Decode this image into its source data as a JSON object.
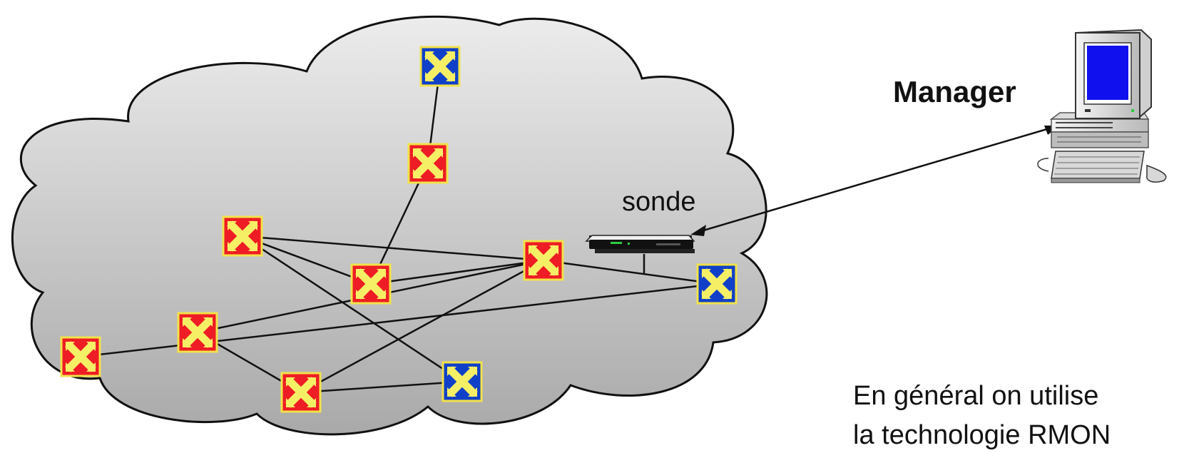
{
  "labels": {
    "manager": "Manager",
    "probe": "sonde",
    "note_line1": "En général on utilise",
    "note_line2": "la technologie RMON"
  },
  "colors": {
    "cloud_light": "#ececec",
    "cloud_dark": "#a9a9a9",
    "router_red": "#ee1c24",
    "router_blue": "#1040c8",
    "router_x": "#f5ef66",
    "router_border": "#f2e24a",
    "screen_blue": "#1010ee"
  },
  "icons": {
    "router": "router-switch-icon",
    "probe": "network-probe-icon",
    "manager": "computer-workstation-icon"
  },
  "nodes": [
    {
      "id": "n1",
      "type": "edge"
    },
    {
      "id": "n2",
      "type": "core"
    },
    {
      "id": "n3",
      "type": "core"
    },
    {
      "id": "n4",
      "type": "core"
    },
    {
      "id": "n5",
      "type": "core"
    },
    {
      "id": "n6",
      "type": "edge"
    },
    {
      "id": "n7",
      "type": "core"
    },
    {
      "id": "n8",
      "type": "core"
    },
    {
      "id": "n9",
      "type": "core"
    },
    {
      "id": "n10",
      "type": "edge"
    }
  ],
  "links": [
    [
      "n1",
      "n2"
    ],
    [
      "n2",
      "n4"
    ],
    [
      "n3",
      "n4"
    ],
    [
      "n3",
      "n5"
    ],
    [
      "n4",
      "n5"
    ],
    [
      "n5",
      "n6"
    ],
    [
      "n6",
      "n7"
    ],
    [
      "n5",
      "n8"
    ],
    [
      "n5",
      "n9"
    ],
    [
      "n8",
      "n9"
    ],
    [
      "n9",
      "n10"
    ],
    [
      "n10",
      "n3"
    ]
  ]
}
